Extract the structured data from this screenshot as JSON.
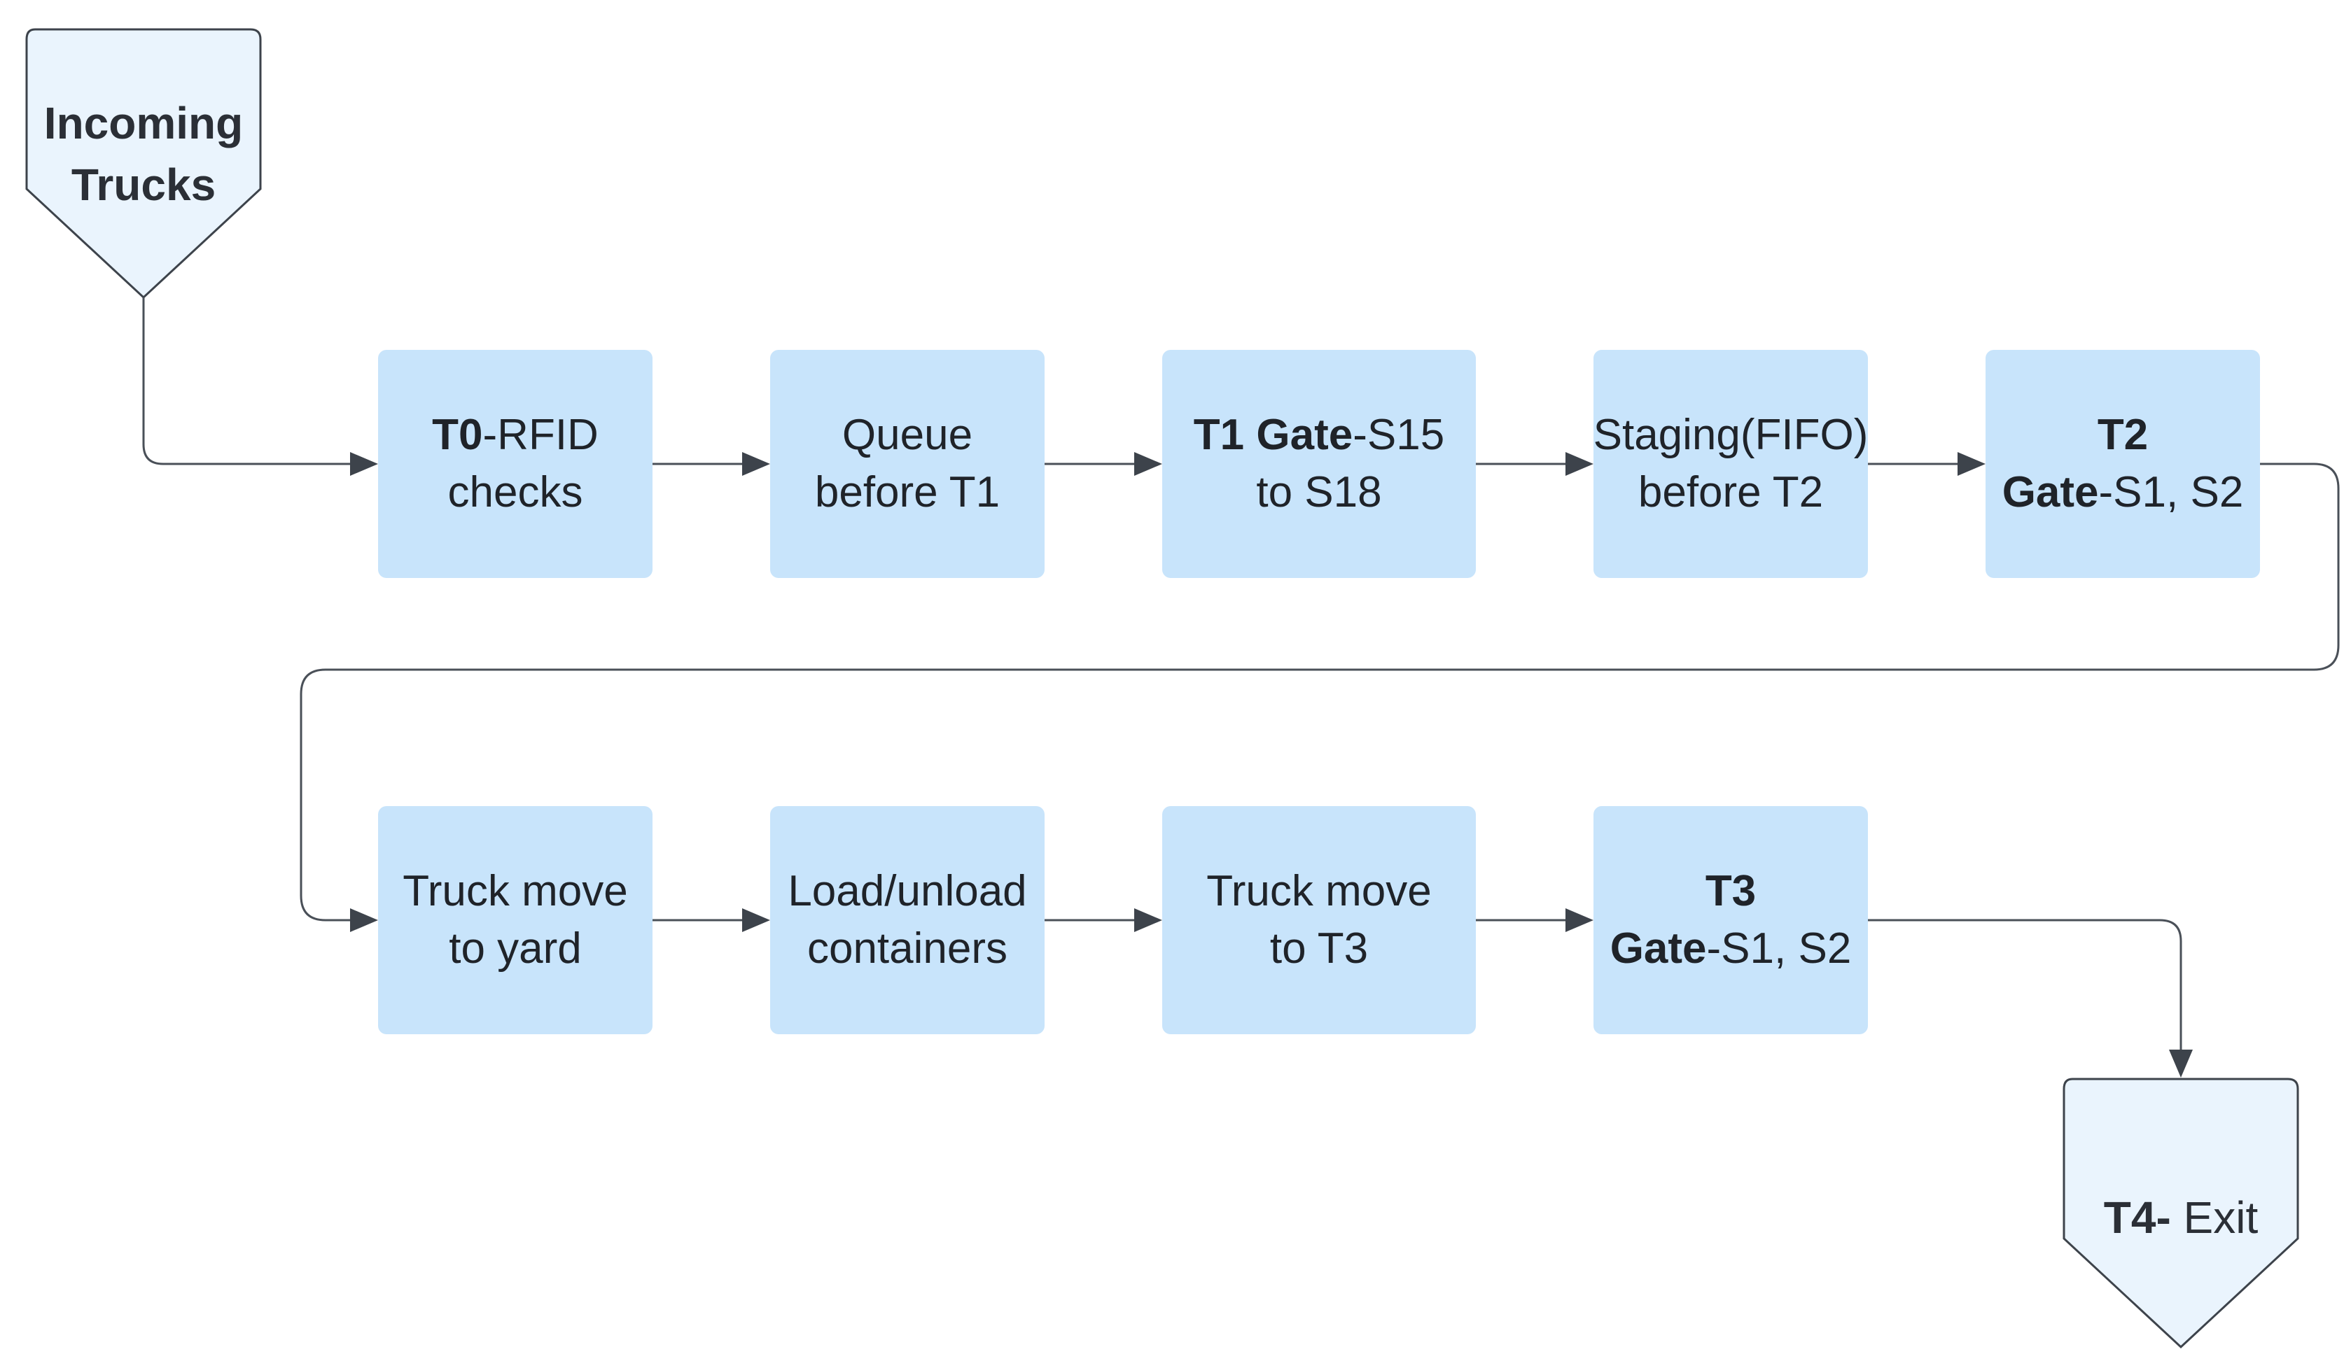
{
  "start_node": {
    "line1": "Incoming",
    "line2": "Trucks"
  },
  "row1": [
    {
      "line1_bold": "T0",
      "line1_rest": "-RFID",
      "line2_bold": "",
      "line2_rest": "checks"
    },
    {
      "line1_bold": "",
      "line1_rest": "Queue",
      "line2_bold": "",
      "line2_rest": "before T1"
    },
    {
      "line1_bold": "T1 Gate",
      "line1_rest": "-S15",
      "line2_bold": "",
      "line2_rest": "to S18"
    },
    {
      "line1_bold": "",
      "line1_rest": "Staging(FIFO)",
      "line2_bold": "",
      "line2_rest": "before T2"
    },
    {
      "line1_bold": "T2",
      "line1_rest": "",
      "line2_bold": "Gate",
      "line2_rest": "-S1, S2"
    }
  ],
  "row2": [
    {
      "line1_bold": "",
      "line1_rest": "Truck move",
      "line2_bold": "",
      "line2_rest": "to yard"
    },
    {
      "line1_bold": "",
      "line1_rest": "Load/unload",
      "line2_bold": "",
      "line2_rest": "containers"
    },
    {
      "line1_bold": "",
      "line1_rest": "Truck move",
      "line2_bold": "",
      "line2_rest": "to T3"
    },
    {
      "line1_bold": "T3",
      "line1_rest": "",
      "line2_bold": "Gate",
      "line2_rest": "-S1, S2"
    }
  ],
  "end_node": {
    "bold": "T4-",
    "rest": " Exit"
  },
  "colors": {
    "process_fill": "#c8e4fb",
    "terminal_fill": "#eaf4fd",
    "stroke": "#3d434b"
  }
}
